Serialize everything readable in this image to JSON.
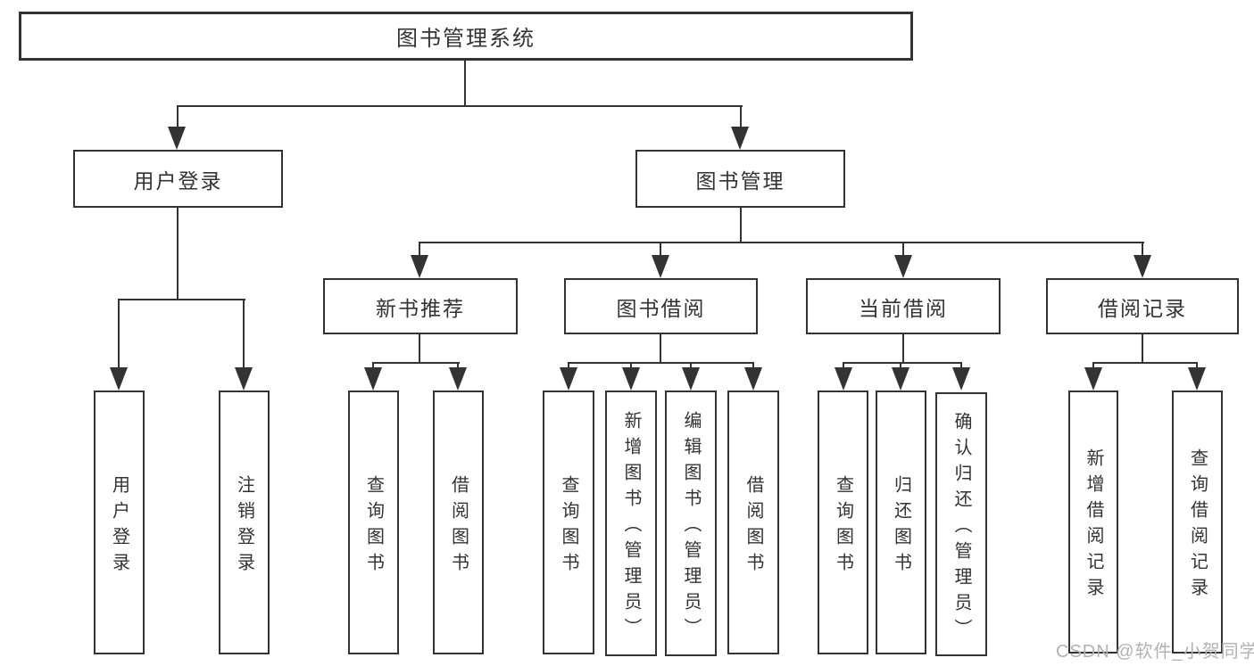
{
  "diagram": {
    "root": "图书管理系统",
    "user_login": "用户登录",
    "book_mgmt": "图书管理",
    "sections": {
      "new_book": "新书推荐",
      "borrow": "图书借阅",
      "current": "当前借阅",
      "record": "借阅记录"
    },
    "leaves": {
      "login": "用户登录",
      "logout": "注销登录",
      "nb_query": "查询图书",
      "nb_borrow": "借阅图书",
      "bw_query": "查询图书",
      "bw_add": "新增图书（管理员）",
      "bw_edit": "编辑图书（管理员）",
      "bw_borrow": "借阅图书",
      "cur_query": "查询图书",
      "cur_return": "归还图书",
      "cur_confirm": "确认归还（管理员）",
      "rec_add": "新增借阅记录",
      "rec_query": "查询借阅记录"
    }
  },
  "watermark": "CSDN @软件_小贺同学",
  "colors": {
    "line": "#333333",
    "text": "#333333",
    "watermark": "#b2b2b2",
    "background": "#ffffff"
  }
}
